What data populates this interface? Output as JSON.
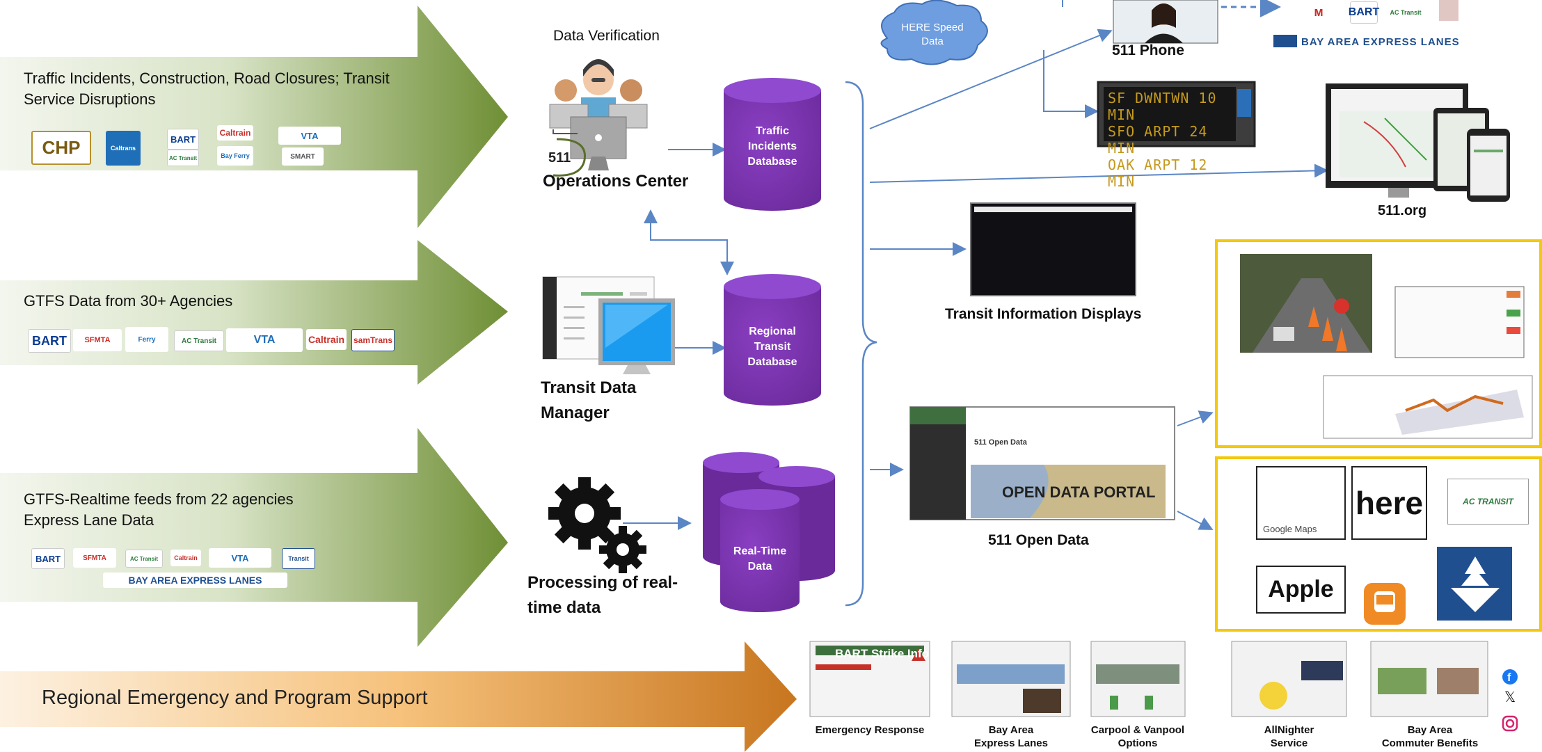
{
  "sources": [
    {
      "text_line1": "Traffic Incidents, Construction, Road Closures; Transit",
      "text_line2": "Service Disruptions",
      "logos": [
        "CHP",
        "Caltrans",
        "BART",
        "Caltrain",
        "VTA",
        "Bay Ferry",
        "AC Transit",
        "SMART"
      ]
    },
    {
      "text_line1": "GTFS Data from 30+ Agencies",
      "text_line2": "",
      "logos": [
        "BART",
        "SFMTA",
        "Ferry",
        "AC Transit",
        "VTA",
        "Caltrain",
        "samTrans"
      ]
    },
    {
      "text_line1": "GTFS-Realtime feeds from 22 agencies",
      "text_line2": "Express Lane Data",
      "logos": [
        "BART",
        "SFMTA",
        "AC Transit",
        "Caltrain",
        "VTA",
        "Transit",
        "BAY AREA EXPRESS LANES"
      ]
    }
  ],
  "emergency": {
    "label": "Regional Emergency and Program Support"
  },
  "center": {
    "data_verification": "Data Verification",
    "ops_center": "Operations Center",
    "ops_logo": "511",
    "transit_manager_line1": "Transit Data",
    "transit_manager_line2": "Manager",
    "processing_line1": "Processing of real-",
    "processing_line2": "time data"
  },
  "databases": {
    "traffic": [
      "Traffic",
      "Incidents",
      "Database"
    ],
    "regional": [
      "Regional",
      "Transit",
      "Database"
    ],
    "realtime": [
      "Real-Time",
      "Data"
    ]
  },
  "outputs": {
    "here_speed": [
      "HERE Speed",
      "Data"
    ],
    "phone": "511 Phone",
    "sign_lines": [
      "SF DWNTWN 10 MIN",
      "SFO ARPT 24 MIN",
      "OAK ARPT 12 MIN"
    ],
    "org": "511.org",
    "tid": "Transit Information Displays",
    "open_data": "511 Open Data",
    "open_data_portal": "OPEN DATA PORTAL",
    "open_data_heading": "511 Open Data",
    "express_lanes": "BAY AREA EXPRESS LANES"
  },
  "apps": {
    "google": "Google Maps",
    "here": "here",
    "ac": "AC TRANSIT",
    "apple": "Apple"
  },
  "programs": [
    {
      "line1": "Emergency Response",
      "line2": "",
      "thumb_title": "BART Strike Info"
    },
    {
      "line1": "Bay Area",
      "line2": "Express Lanes",
      "thumb_title": ""
    },
    {
      "line1": "Carpool & Vanpool",
      "line2": "Options",
      "thumb_title": ""
    },
    {
      "line1": "AllNighter",
      "line2": "Service",
      "thumb_title": ""
    },
    {
      "line1": "Bay Area",
      "line2": "Commuter Benefits",
      "thumb_title": ""
    }
  ],
  "social": [
    "facebook-icon",
    "x-icon",
    "instagram-icon"
  ],
  "colors": {
    "db_purple": "#7030a0",
    "arrow_green": "#76923c",
    "cloud_blue": "#5b8fd9",
    "yellow_border": "#f2c811",
    "arrow_orange": "#d9822b"
  }
}
